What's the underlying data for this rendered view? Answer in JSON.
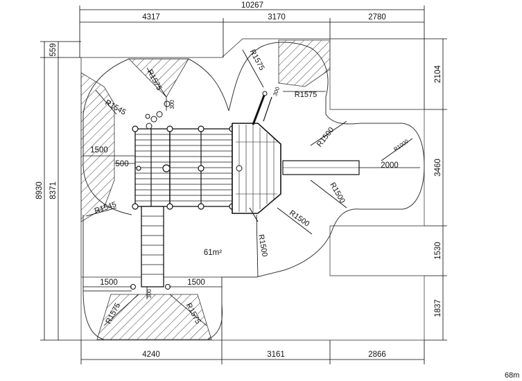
{
  "dimensions": {
    "overall_width": "10267",
    "top_segments": [
      "4317",
      "3170",
      "2780"
    ],
    "bottom_segments": [
      "4240",
      "3161",
      "2866"
    ],
    "overall_height": "8930",
    "inner_height": "8371",
    "top_offset": "559",
    "right_segments": [
      "2104",
      "3460",
      "1530",
      "1837"
    ]
  },
  "radii": {
    "top_left_corner": "R1545",
    "bottom_left_corner": "R1545",
    "top_small_left": "R1575",
    "top_small_center": "R1575",
    "top_right_horizontal": "R1575",
    "bottom_left_small": "R1575",
    "bottom_right_small": "R1575",
    "right_upper": "R1500",
    "right_lower": "R1500",
    "center_lower_right": "R1500",
    "center_lower": "R1500",
    "slide_end": "R1000"
  },
  "clearances": {
    "left_clearance": "1500",
    "left_small": "500",
    "slide_length": "2000",
    "bottom_left_clear": "1500",
    "bottom_right_clear": "1500",
    "small_300_top": "300",
    "small_300_right": "300",
    "small_300_bottom": "300"
  },
  "area_label": "61m²",
  "corner_label": "68m"
}
